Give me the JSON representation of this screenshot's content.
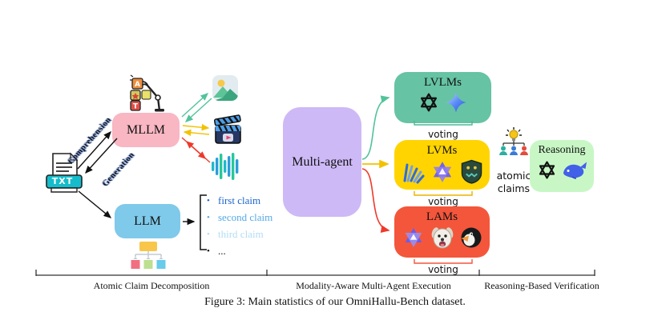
{
  "caption": "Figure 3: Main statistics of our OmniHallu-Bench dataset.",
  "stages": {
    "decomposition": "Atomic Claim Decomposition",
    "execution": "Modality-Aware Multi-Agent Execution",
    "verification": "Reasoning-Based Verification"
  },
  "decomposition": {
    "txt_file_label": "TXT",
    "comprehension_arrow_label": "Comprehension",
    "generation_arrow_label": "Generation",
    "mllm_box_label": "MLLM",
    "llm_box_label": "LLM",
    "robot_block_letter_a": "A",
    "robot_block_letter_t": "T",
    "claim_bullet": "•",
    "claims": [
      "first claim",
      "second claim",
      "third claim",
      "..."
    ]
  },
  "execution": {
    "multi_agent_label": "Multi-agent",
    "agents": [
      {
        "label": "LVLMs",
        "voting_label": "voting",
        "models": [
          "openai",
          "gemini-diamond"
        ]
      },
      {
        "label": "LVMs",
        "voting_label": "voting",
        "models": [
          "blue-stripe-fan",
          "purple-knot",
          "green-crest"
        ]
      },
      {
        "label": "LAMs",
        "voting_label": "voting",
        "models": [
          "purple-knot",
          "dog",
          "penguin"
        ]
      }
    ]
  },
  "verification": {
    "atomic_claims_label_line1": "atomic",
    "atomic_claims_label_line2": "claims",
    "reasoning_box_label": "Reasoning",
    "models": [
      "openai",
      "deepseek-whale"
    ]
  },
  "colors": {
    "mllm_pink": "#F8B7C3",
    "llm_blue": "#7FC9EA",
    "multi_agent_purple": "#CDB9F6",
    "lvlms_green": "#66C3A3",
    "lvms_yellow": "#FFD401",
    "lams_red": "#F4563B",
    "reasoning_green": "#C8F7C5",
    "txt_banner_teal": "#15BCCB",
    "arrow_green": "#52C39A",
    "arrow_yellow": "#F2C200",
    "arrow_red": "#EF392B",
    "claim_text_blues": [
      "#1b66cc",
      "#55a9e8",
      "#b3dcf6",
      "#111111"
    ]
  }
}
